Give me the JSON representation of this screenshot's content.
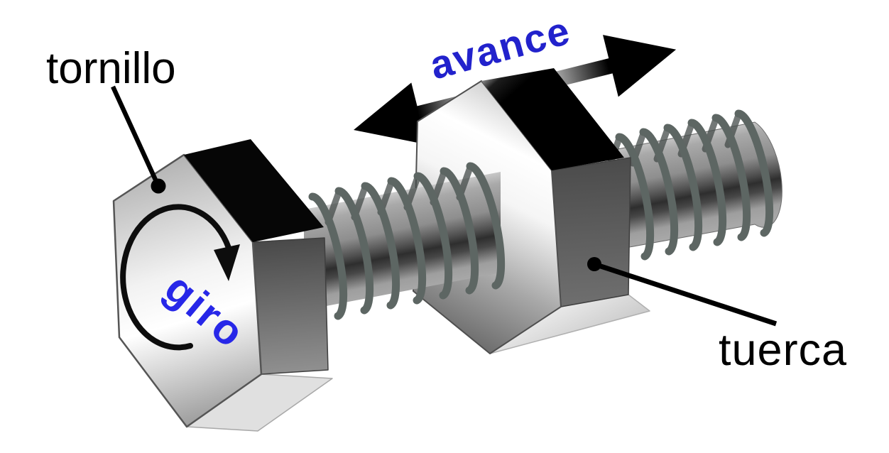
{
  "diagram": {
    "background": "#ffffff",
    "labels": {
      "screw": {
        "text": "tornillo",
        "color": "#000000"
      },
      "advance": {
        "text": "avance",
        "color": "#2222cc"
      },
      "rotation": {
        "text": "giro",
        "color": "#2727e8"
      },
      "nut": {
        "text": "tuerca",
        "color": "#000000"
      }
    }
  }
}
